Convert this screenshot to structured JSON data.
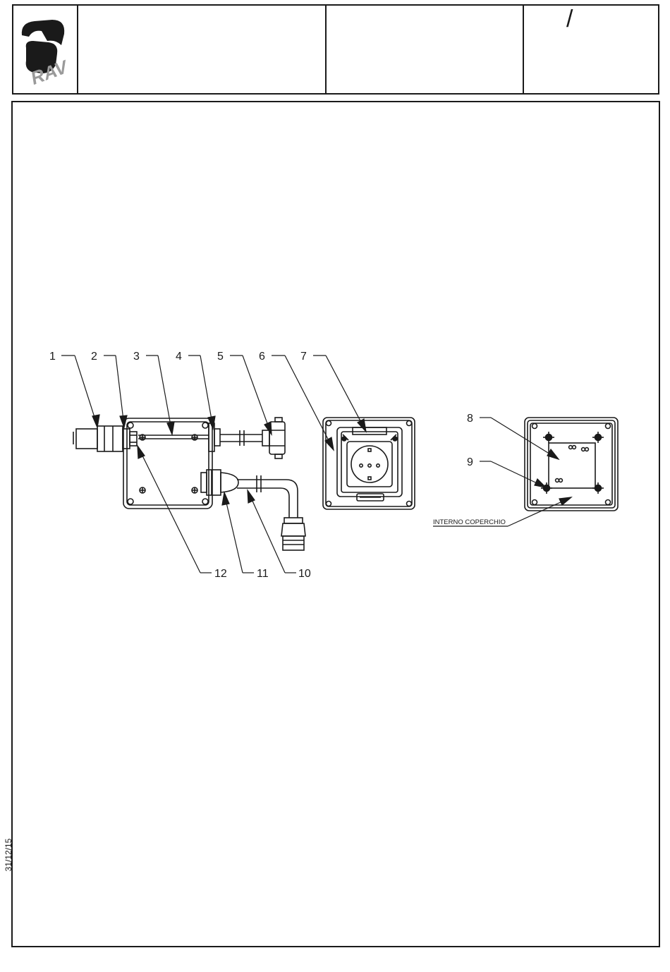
{
  "header": {
    "logo": "RAV",
    "revision_mark": "/"
  },
  "callouts": [
    "1",
    "2",
    "3",
    "4",
    "5",
    "6",
    "7",
    "8",
    "9",
    "10",
    "11",
    "12"
  ],
  "annotation": "INTERNO COPERCHIO",
  "footer": {
    "date": "31/12/15"
  }
}
